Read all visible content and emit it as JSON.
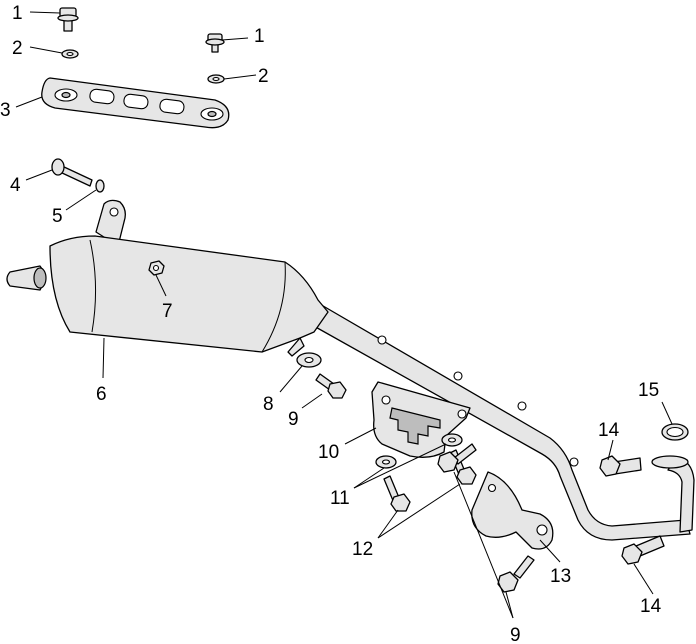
{
  "callouts": {
    "c1a": "1",
    "c1b": "1",
    "c2a": "2",
    "c2b": "2",
    "c3": "3",
    "c4": "4",
    "c5": "5",
    "c6": "6",
    "c7": "7",
    "c8": "8",
    "c9a": "9",
    "c9b": "9",
    "c10": "10",
    "c11": "11",
    "c12": "12",
    "c13": "13",
    "c14a": "14",
    "c14b": "14",
    "c15": "15"
  }
}
